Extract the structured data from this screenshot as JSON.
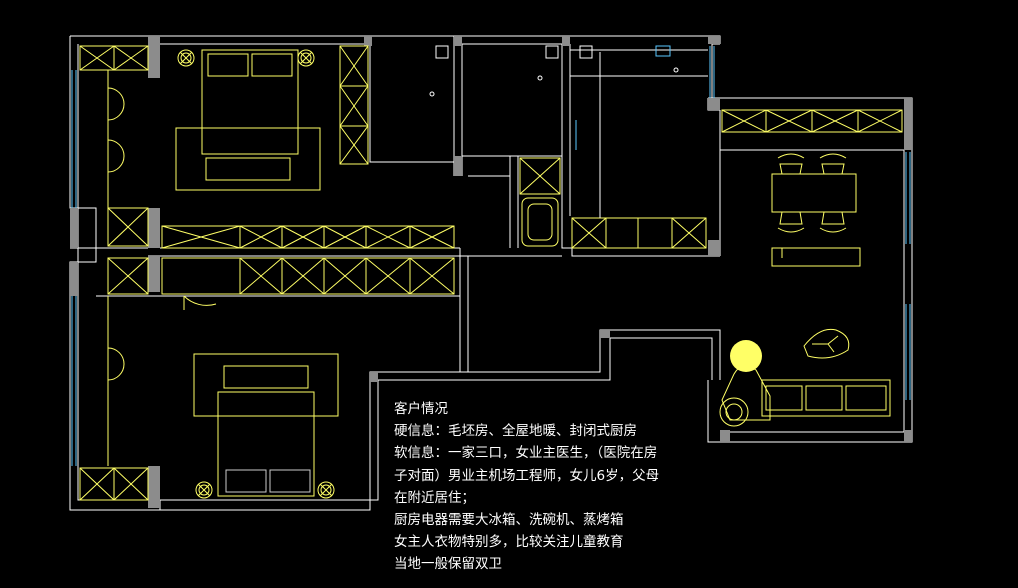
{
  "client_notes": {
    "title": "客户情况",
    "lines": [
      "硬信息：毛坯房、全屋地暖、封闭式厨房",
      "软信息：一家三口，女业主医生，（医院在房",
      "子对面）男业主机场工程师，女儿6岁，父母",
      "在附近居住；",
      "厨房电器需要大冰箱、洗碗机、蒸烤箱",
      "女主人衣物特别多，比较关注儿童教育",
      "当地一般保留双卫"
    ]
  },
  "colors": {
    "background": "#000000",
    "wall": "#ffffff",
    "wall_fill": "#8c8c8c",
    "furniture": "#ffff66",
    "window": "#5ac8ff",
    "text": "#ffffff"
  }
}
